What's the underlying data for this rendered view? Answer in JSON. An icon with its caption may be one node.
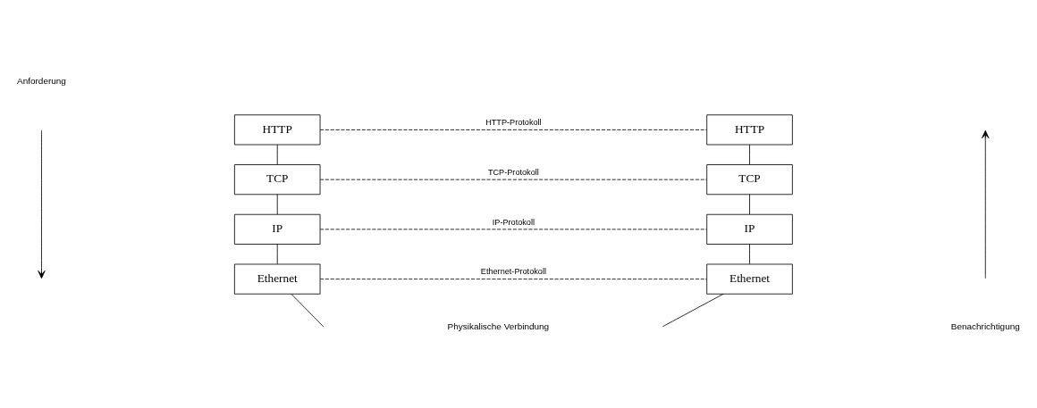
{
  "diagram": {
    "nodes": [
      {
        "text": [
          "HTTP"
        ]
      },
      {
        "text": [
          "TCP"
        ]
      },
      {
        "text": [
          "IP"
        ]
      },
      {
        "text": [
          "Ethernet"
        ]
      },
      {
        "text": [
          "HTTP"
        ]
      },
      {
        "text": [
          "TCP"
        ]
      },
      {
        "text": [
          "IP"
        ]
      },
      {
        "text": [
          "Ethernet"
        ]
      }
    ],
    "edges": [
      {
        "from": 0,
        "to": 1,
        "arrow": "none"
      },
      {
        "from": 1,
        "to": 2,
        "arrow": "none"
      },
      {
        "from": 2,
        "to": 3,
        "arrow": "none"
      },
      {
        "from": 3,
        "to": null,
        "arrow": "none"
      },
      {
        "from": 4,
        "to": 5,
        "arrow": "none"
      },
      {
        "from": 5,
        "to": 6,
        "arrow": "none"
      },
      {
        "from": 6,
        "to": 7,
        "arrow": "none"
      },
      {
        "from": 7,
        "to": null,
        "arrow": "none"
      },
      {
        "from": 0,
        "to": 4,
        "arrow": "none",
        "label": "HTTP-Protokoll",
        "style": "dashed"
      },
      {
        "from": 1,
        "to": 5,
        "arrow": "none",
        "label": "TCP-Protokoll",
        "style": "dashed"
      },
      {
        "from": 2,
        "to": 6,
        "arrow": "none",
        "label": "IP-Protokoll",
        "style": "dashed"
      },
      {
        "from": 3,
        "to": 7,
        "arrow": "none",
        "label": "Ethernet-Protokoll",
        "style": "dashed"
      }
    ],
    "labels": [
      "Anforderung",
      "Benachrichtigung",
      "Physikalische Verbindung"
    ]
  }
}
